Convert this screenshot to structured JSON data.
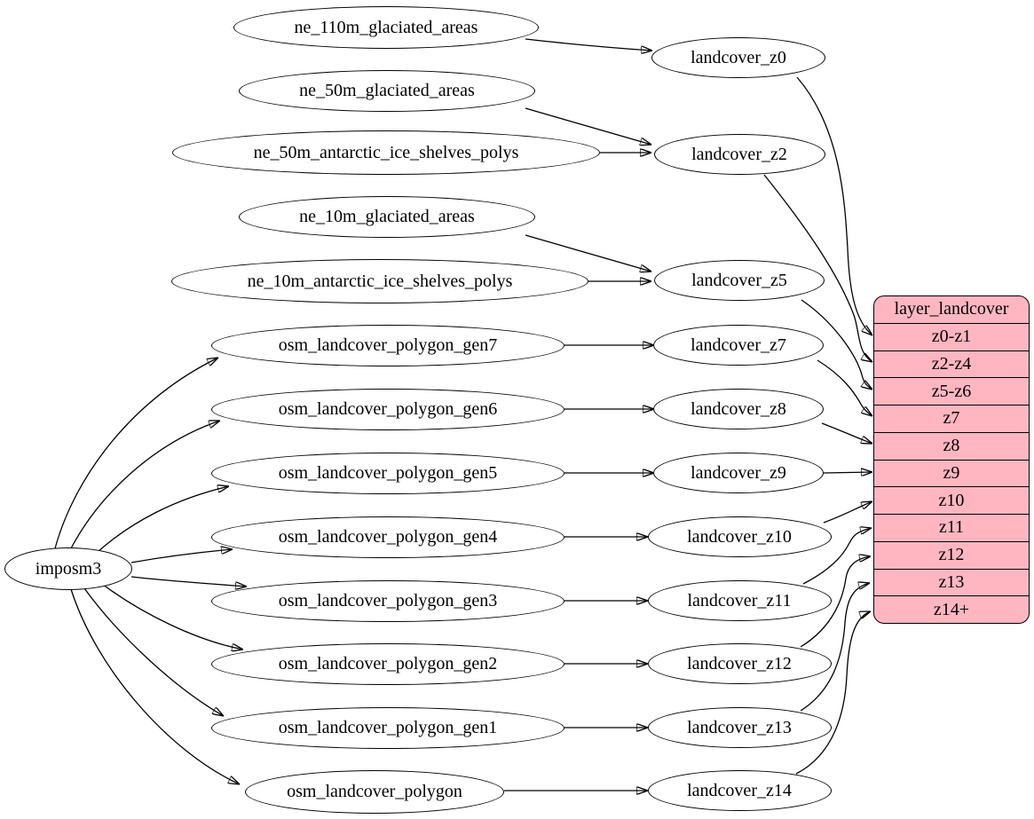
{
  "diagram": {
    "type": "flow-graph",
    "background": "#ffffff",
    "node_fill": "#ffffff",
    "stroke": "#000000"
  },
  "nodes": {
    "importer": {
      "id": "imposm3",
      "label": "imposm3"
    },
    "sources": [
      {
        "id": "ne_110m_glaciated_areas",
        "label": "ne_110m_glaciated_areas"
      },
      {
        "id": "ne_50m_glaciated_areas",
        "label": "ne_50m_glaciated_areas"
      },
      {
        "id": "ne_50m_antarctic_ice_shelves_polys",
        "label": "ne_50m_antarctic_ice_shelves_polys"
      },
      {
        "id": "ne_10m_glaciated_areas",
        "label": "ne_10m_glaciated_areas"
      },
      {
        "id": "ne_10m_antarctic_ice_shelves_polys",
        "label": "ne_10m_antarctic_ice_shelves_polys"
      },
      {
        "id": "osm_landcover_polygon_gen7",
        "label": "osm_landcover_polygon_gen7"
      },
      {
        "id": "osm_landcover_polygon_gen6",
        "label": "osm_landcover_polygon_gen6"
      },
      {
        "id": "osm_landcover_polygon_gen5",
        "label": "osm_landcover_polygon_gen5"
      },
      {
        "id": "osm_landcover_polygon_gen4",
        "label": "osm_landcover_polygon_gen4"
      },
      {
        "id": "osm_landcover_polygon_gen3",
        "label": "osm_landcover_polygon_gen3"
      },
      {
        "id": "osm_landcover_polygon_gen2",
        "label": "osm_landcover_polygon_gen2"
      },
      {
        "id": "osm_landcover_polygon_gen1",
        "label": "osm_landcover_polygon_gen1"
      },
      {
        "id": "osm_landcover_polygon",
        "label": "osm_landcover_polygon"
      }
    ],
    "intermediates": [
      {
        "id": "landcover_z0",
        "label": "landcover_z0"
      },
      {
        "id": "landcover_z2",
        "label": "landcover_z2"
      },
      {
        "id": "landcover_z5",
        "label": "landcover_z5"
      },
      {
        "id": "landcover_z7",
        "label": "landcover_z7"
      },
      {
        "id": "landcover_z8",
        "label": "landcover_z8"
      },
      {
        "id": "landcover_z9",
        "label": "landcover_z9"
      },
      {
        "id": "landcover_z10",
        "label": "landcover_z10"
      },
      {
        "id": "landcover_z11",
        "label": "landcover_z11"
      },
      {
        "id": "landcover_z12",
        "label": "landcover_z12"
      },
      {
        "id": "landcover_z13",
        "label": "landcover_z13"
      },
      {
        "id": "landcover_z14",
        "label": "landcover_z14"
      }
    ]
  },
  "table": {
    "header": "layer_landcover",
    "rows": [
      "z0-z1",
      "z2-z4",
      "z5-z6",
      "z7",
      "z8",
      "z9",
      "z10",
      "z11",
      "z12",
      "z13",
      "z14+"
    ],
    "fill": "#ffb6c1",
    "border": "#000000"
  },
  "edges": [
    {
      "from": "ne_110m_glaciated_areas",
      "to": "landcover_z0"
    },
    {
      "from": "ne_50m_glaciated_areas",
      "to": "landcover_z2"
    },
    {
      "from": "ne_50m_antarctic_ice_shelves_polys",
      "to": "landcover_z2"
    },
    {
      "from": "ne_10m_glaciated_areas",
      "to": "landcover_z5"
    },
    {
      "from": "ne_10m_antarctic_ice_shelves_polys",
      "to": "landcover_z5"
    },
    {
      "from": "imposm3",
      "to": "osm_landcover_polygon_gen7"
    },
    {
      "from": "imposm3",
      "to": "osm_landcover_polygon_gen6"
    },
    {
      "from": "imposm3",
      "to": "osm_landcover_polygon_gen5"
    },
    {
      "from": "imposm3",
      "to": "osm_landcover_polygon_gen4"
    },
    {
      "from": "imposm3",
      "to": "osm_landcover_polygon_gen3"
    },
    {
      "from": "imposm3",
      "to": "osm_landcover_polygon_gen2"
    },
    {
      "from": "imposm3",
      "to": "osm_landcover_polygon_gen1"
    },
    {
      "from": "imposm3",
      "to": "osm_landcover_polygon"
    },
    {
      "from": "osm_landcover_polygon_gen7",
      "to": "landcover_z7"
    },
    {
      "from": "osm_landcover_polygon_gen6",
      "to": "landcover_z8"
    },
    {
      "from": "osm_landcover_polygon_gen5",
      "to": "landcover_z9"
    },
    {
      "from": "osm_landcover_polygon_gen4",
      "to": "landcover_z10"
    },
    {
      "from": "osm_landcover_polygon_gen3",
      "to": "landcover_z11"
    },
    {
      "from": "osm_landcover_polygon_gen2",
      "to": "landcover_z12"
    },
    {
      "from": "osm_landcover_polygon_gen1",
      "to": "landcover_z13"
    },
    {
      "from": "osm_landcover_polygon",
      "to": "landcover_z14"
    },
    {
      "from": "landcover_z0",
      "to": "z0-z1"
    },
    {
      "from": "landcover_z2",
      "to": "z2-z4"
    },
    {
      "from": "landcover_z5",
      "to": "z5-z6"
    },
    {
      "from": "landcover_z7",
      "to": "z7"
    },
    {
      "from": "landcover_z8",
      "to": "z8"
    },
    {
      "from": "landcover_z9",
      "to": "z9"
    },
    {
      "from": "landcover_z10",
      "to": "z10"
    },
    {
      "from": "landcover_z11",
      "to": "z11"
    },
    {
      "from": "landcover_z12",
      "to": "z12"
    },
    {
      "from": "landcover_z13",
      "to": "z13"
    },
    {
      "from": "landcover_z14",
      "to": "z14+"
    }
  ]
}
